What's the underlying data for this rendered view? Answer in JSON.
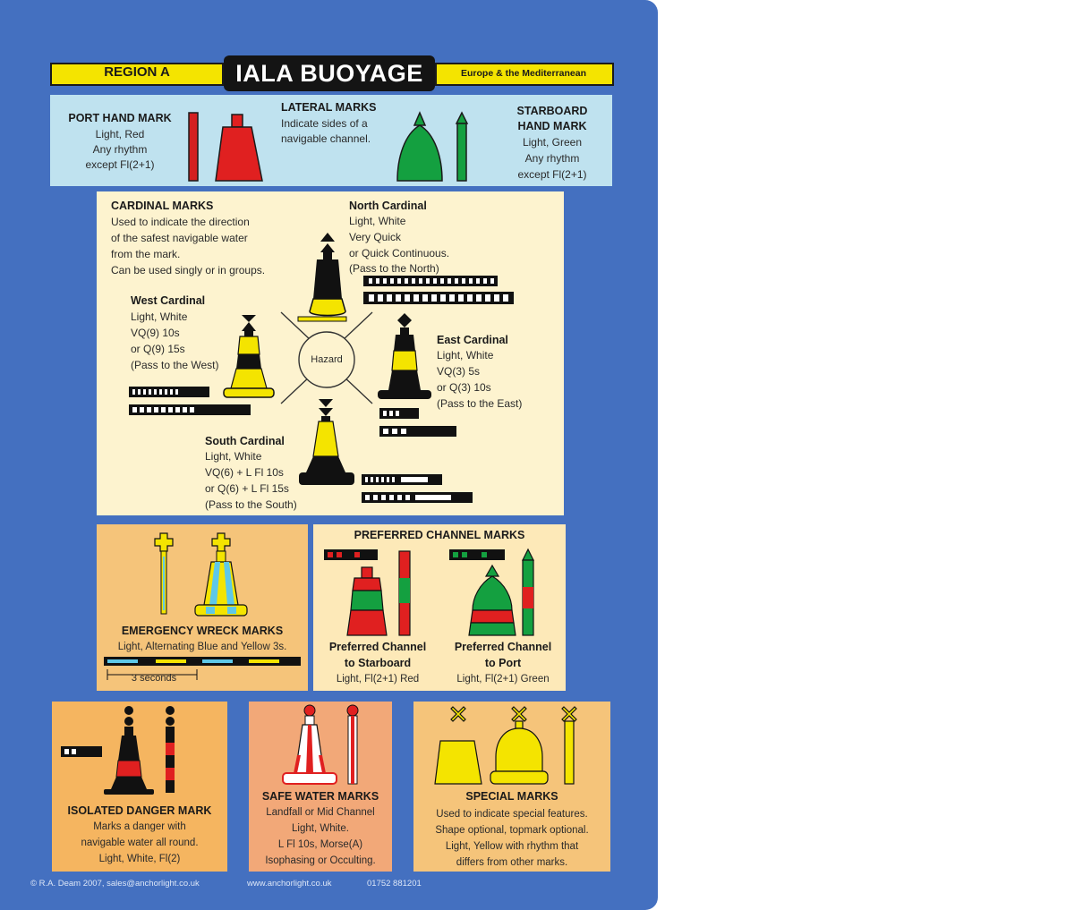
{
  "header": {
    "region": "REGION A",
    "title": "IALA BUOYAGE",
    "subtitle": "Europe & the Mediterranean"
  },
  "lateral": {
    "port_title": "PORT HAND MARK",
    "port_lines": [
      "Light, Red",
      "Any rhythm",
      "except Fl(2+1)"
    ],
    "center_title": "LATERAL MARKS",
    "center_lines": [
      "Indicate sides of a",
      "navigable channel."
    ],
    "starboard_title_1": "STARBOARD",
    "starboard_title_2": "HAND MARK",
    "starboard_lines": [
      "Light, Green",
      "Any rhythm",
      "except Fl(2+1)"
    ]
  },
  "cardinal": {
    "title": "CARDINAL MARKS",
    "desc": [
      "Used to indicate the direction",
      "of the safest navigable water",
      "from the mark.",
      "Can be used singly or in groups."
    ],
    "hazard": "Hazard",
    "north_title": "North Cardinal",
    "north_lines": [
      "Light, White",
      "Very Quick",
      "or Quick Continuous.",
      "(Pass to the North)"
    ],
    "west_title": "West Cardinal",
    "west_lines": [
      "Light, White",
      "VQ(9) 10s",
      "or Q(9) 15s",
      "(Pass to the West)"
    ],
    "east_title": "East Cardinal",
    "east_lines": [
      "Light, White",
      "VQ(3) 5s",
      "or Q(3) 10s",
      "(Pass to the East)"
    ],
    "south_title": "South Cardinal",
    "south_lines": [
      "Light, White",
      "VQ(6) + L Fl 10s",
      "or Q(6) + L Fl 15s",
      "(Pass to the South)"
    ]
  },
  "wreck": {
    "title": "EMERGENCY WRECK MARKS",
    "desc": "Light, Alternating Blue and Yellow 3s.",
    "scale": "3 seconds"
  },
  "preferred": {
    "title": "PREFERRED CHANNEL MARKS",
    "stbd_title_1": "Preferred Channel",
    "stbd_title_2": "to Starboard",
    "stbd_light": "Light, Fl(2+1) Red",
    "port_title_1": "Preferred Channel",
    "port_title_2": "to Port",
    "port_light": "Light, Fl(2+1) Green"
  },
  "isolated": {
    "title": "ISOLATED DANGER MARK",
    "lines": [
      "Marks a danger with",
      "navigable water all round.",
      "Light, White, Fl(2)"
    ]
  },
  "safe": {
    "title": "SAFE WATER MARKS",
    "lines": [
      "Landfall or Mid Channel",
      "Light, White.",
      "L Fl 10s, Morse(A)",
      "Isophasing or Occulting."
    ]
  },
  "special": {
    "title": "SPECIAL MARKS",
    "lines": [
      "Used to indicate special features.",
      "Shape optional, topmark optional.",
      "Light, Yellow with rhythm that",
      "differs from other marks."
    ]
  },
  "footer": {
    "copyright": "© R.A. Deam 2007, sales@anchorlight.co.uk",
    "web": "www.anchorlight.co.uk",
    "phone": "01752 881201"
  },
  "colors": {
    "card_blue": "#4470c0",
    "title_yellow": "#f4e400",
    "lateral_panel": "#bfe2ef",
    "cardinal_panel": "#fdf3cf",
    "orange_panel": "#f5c47a",
    "red": "#e02020",
    "green": "#14a040",
    "yellow": "#f4e400",
    "blue_light": "#5ec8e8"
  },
  "icons": [
    "port-can-buoy-icon",
    "port-spar-icon",
    "starboard-cone-buoy-icon",
    "starboard-spar-icon",
    "north-cardinal-buoy-icon",
    "west-cardinal-buoy-icon",
    "east-cardinal-buoy-icon",
    "south-cardinal-buoy-icon",
    "hazard-compass-icon",
    "wreck-buoy-icon",
    "preferred-stbd-buoy-icon",
    "preferred-port-buoy-icon",
    "isolated-danger-buoy-icon",
    "safe-water-buoy-icon",
    "special-mark-buoy-icon"
  ]
}
